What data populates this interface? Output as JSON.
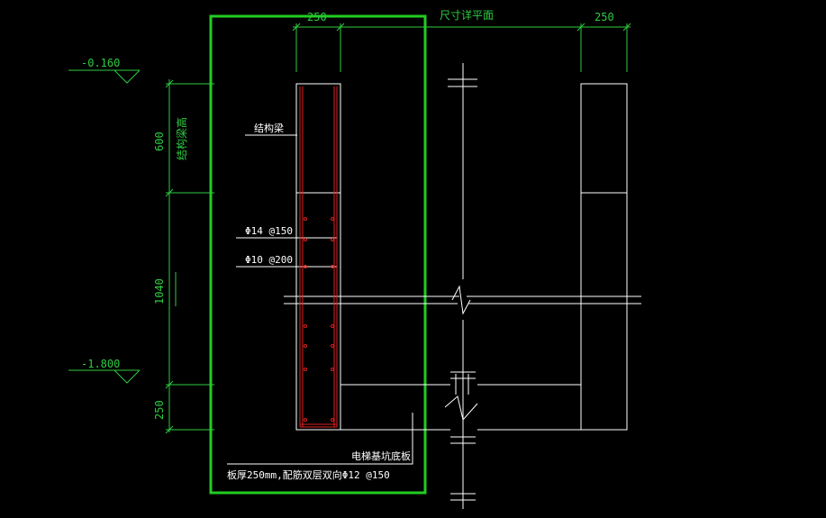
{
  "drawing": {
    "dims": {
      "top_left_width": "250",
      "top_right_width": "250",
      "plan_caption": "尺寸详平面",
      "seg_upper": "600",
      "seg_mid": "1040",
      "seg_low": "250"
    },
    "levels": {
      "upper": "-0.160",
      "lower": "-1.800"
    },
    "labels": {
      "vertical_note": "结构梁高",
      "structural_beam": "结构梁",
      "rebar_1": "Φ14 @150",
      "rebar_2": "Φ10 @200",
      "pit_floor": "电梯基坑底板",
      "slab_note": "板厚250mm,配筋双层双向Φ12 @150"
    },
    "colors": {
      "background": "#000000",
      "line_white": "#ffffff",
      "dim_green": "#2ecc40",
      "rebar_red": "#e02020",
      "highlight_box": "#22cc22"
    }
  }
}
